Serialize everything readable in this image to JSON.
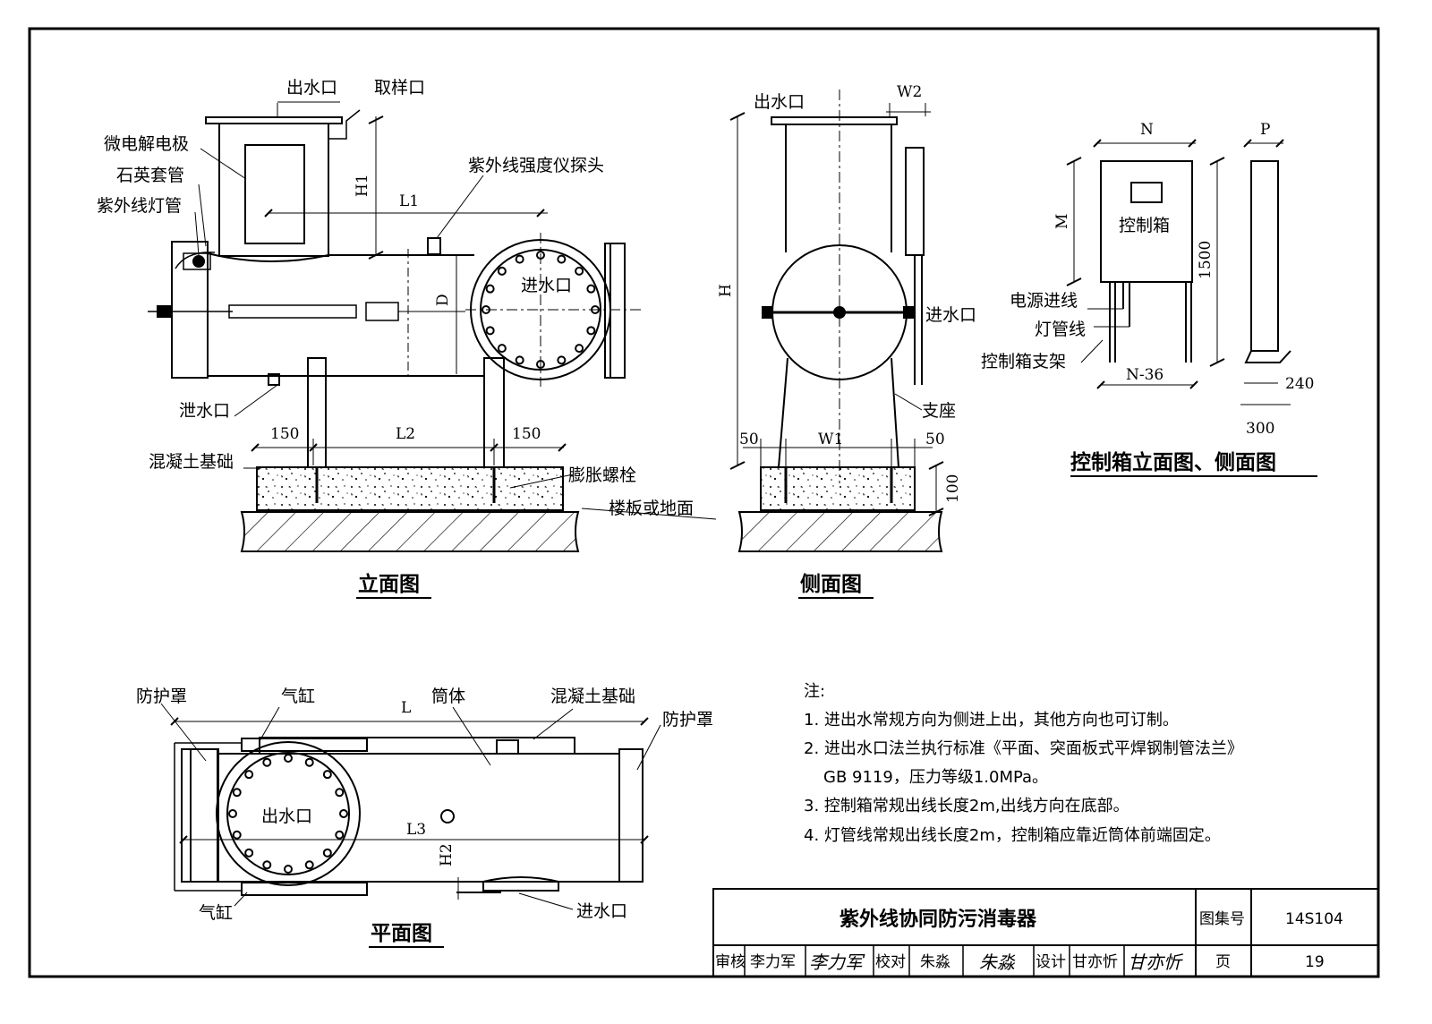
{
  "elevation": {
    "title": "立面图",
    "labels": {
      "outlet": "出水口",
      "sampling": "取样口",
      "electrode": "微电解电极",
      "quartz": "石英套管",
      "uv_lamp": "紫外线灯管",
      "uv_probe": "紫外线强度仪探头",
      "inlet": "进水口",
      "drain": "泄水口",
      "foundation": "混凝土基础",
      "bolt": "膨胀螺栓",
      "floor": "楼板或地面"
    },
    "dims": {
      "H1": "H1",
      "L1": "L1",
      "D": "D",
      "L2": "L2",
      "left150": "150",
      "right150": "150"
    }
  },
  "side": {
    "title": "侧面图",
    "labels": {
      "outlet": "出水口",
      "inlet": "进水口",
      "support": "支座"
    },
    "dims": {
      "W2": "W2",
      "H": "H",
      "W1": "W1",
      "left50": "50",
      "right50": "50",
      "h100": "100"
    }
  },
  "control_box": {
    "title": "控制箱立面图、侧面图",
    "labels": {
      "box": "控制箱",
      "power": "电源进线",
      "lamp_wire": "灯管线",
      "bracket": "控制箱支架"
    },
    "dims": {
      "N": "N",
      "P": "P",
      "M": "M",
      "h1500": "1500",
      "N36": "N-36",
      "d240": "240",
      "d300": "300"
    }
  },
  "plan": {
    "title": "平面图",
    "labels": {
      "guard_left": "防护罩",
      "cylinder_top": "气缸",
      "body": "筒体",
      "foundation": "混凝土基础",
      "guard_right": "防护罩",
      "outlet": "出水口",
      "cylinder_bottom": "气缸",
      "inlet": "进水口"
    },
    "dims": {
      "L": "L",
      "L3": "L3",
      "H2": "H2"
    }
  },
  "notes": {
    "heading": "注:",
    "items": [
      "1. 进出水常规方向为侧进上出，其他方向也可订制。",
      "2. 进出水口法兰执行标准《平面、突面板式平焊钢制管法兰》",
      "GB 9119，压力等级1.0MPa。",
      "3. 控制箱常规出线长度2m,出线方向在底部。",
      "4. 灯管线常规出线长度2m，控制箱应靠近筒体前端固定。"
    ]
  },
  "title_block": {
    "drawing_title": "紫外线协同防污消毒器",
    "atlas_label": "图集号",
    "atlas_no": "14S104",
    "page_label": "页",
    "page_no": "19",
    "review_label": "审核",
    "reviewer": "李力军",
    "reviewer_sig": "李力军",
    "check_label": "校对",
    "checker": "朱淼",
    "checker_sig": "朱淼",
    "design_label": "设计",
    "designer": "甘亦忻",
    "designer_sig": "甘亦忻"
  }
}
